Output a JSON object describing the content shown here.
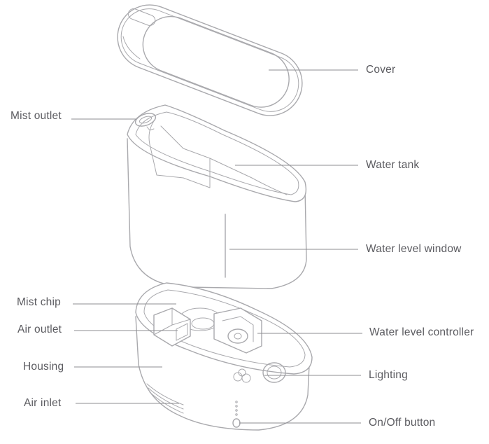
{
  "labels": {
    "cover": "Cover",
    "mist_outlet": "Mist outlet",
    "water_tank": "Water tank",
    "water_level_window": "Water level window",
    "mist_chip": "Mist chip",
    "air_outlet": "Air outlet",
    "water_level_controller": "Water level controller",
    "housing": "Housing",
    "lighting": "Lighting",
    "air_inlet": "Air inlet",
    "on_off_button": "On/Off button"
  },
  "colors": {
    "line_art": "#a9a9ad",
    "leader": "#8d8d92",
    "text": "#5b5b60"
  }
}
